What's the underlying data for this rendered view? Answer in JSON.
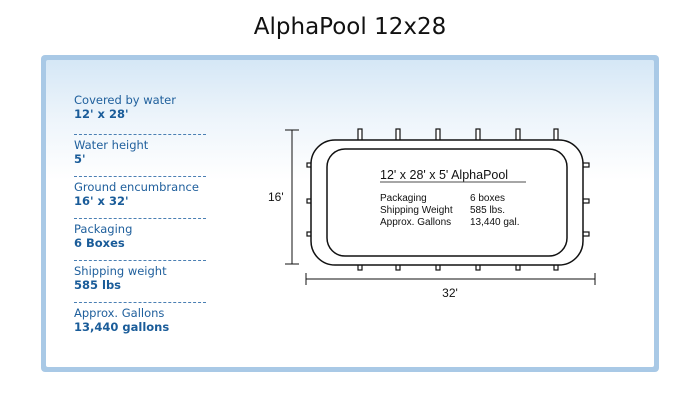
{
  "title": "AlphaPool 12x28",
  "specs": [
    {
      "label": "Covered by water",
      "value": "12' x 28'"
    },
    {
      "label": "Water height",
      "value": "5'"
    },
    {
      "label": "Ground encumbrance",
      "value": "16' x 32'"
    },
    {
      "label": "Packaging",
      "value": "6 Boxes"
    },
    {
      "label": "Shipping weight",
      "value": "585 lbs"
    },
    {
      "label": "Approx. Gallons",
      "value": "13,440 gallons"
    }
  ],
  "diagram": {
    "pool_label": "12' x 28' x 5' AlphaPool",
    "width_dimension": "32'",
    "height_dimension": "16'",
    "details": [
      {
        "name": "Packaging",
        "value": "6 boxes"
      },
      {
        "name": "Shipping Weight",
        "value": "585 lbs."
      },
      {
        "name": "Approx. Gallons",
        "value": "13,440 gal."
      }
    ]
  },
  "colors": {
    "frame": "#a9c9e6",
    "label_text": "#1f5f9c",
    "divider": "#4a7fb3"
  }
}
